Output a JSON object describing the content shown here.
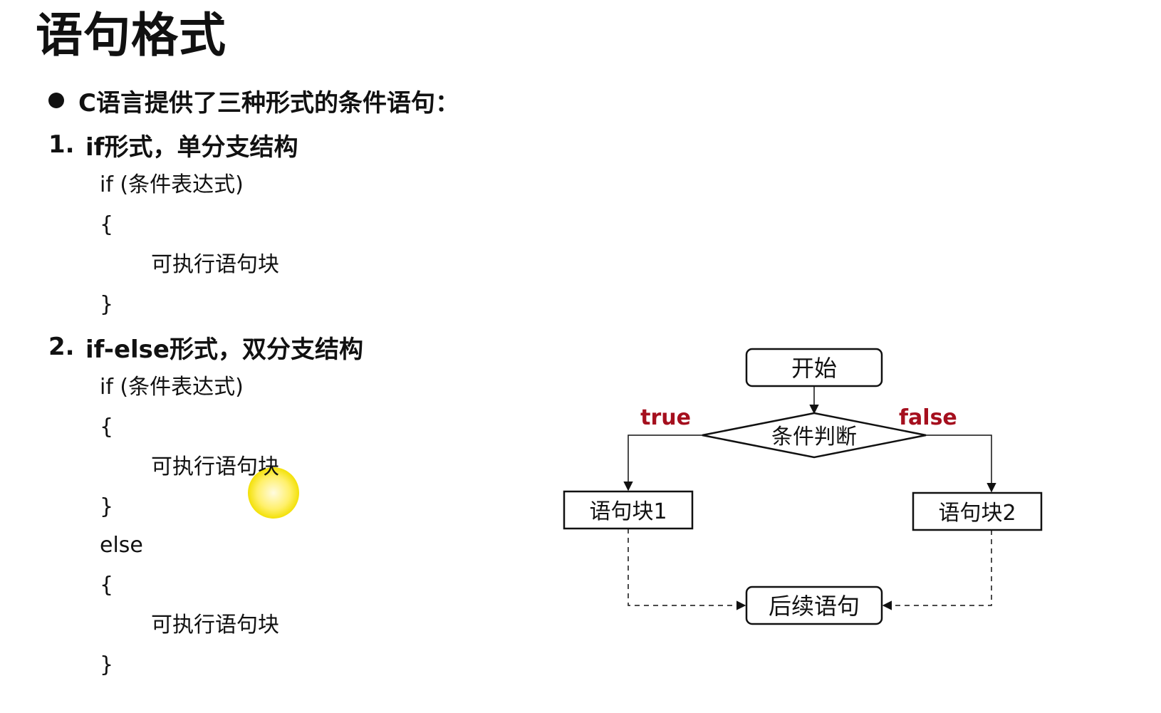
{
  "title": "语句格式",
  "intro": "C语言提供了三种形式的条件语句：",
  "sections": [
    {
      "number": "1.",
      "heading": "if形式，单分支结构",
      "code": [
        "if (条件表达式)",
        "{",
        "可执行语句块",
        "}"
      ]
    },
    {
      "number": "2.",
      "heading": "if-else形式，双分支结构",
      "code": [
        "if (条件表达式)",
        "{",
        "可执行语句块",
        "}",
        "else",
        "{",
        "可执行语句块",
        "}"
      ]
    }
  ],
  "flowchart": {
    "start": "开始",
    "condition": "条件判断",
    "true_label": "true",
    "false_label": "false",
    "block1": "语句块1",
    "block2": "语句块2",
    "next": "后续语句",
    "branch_color": "#a50f1e"
  }
}
